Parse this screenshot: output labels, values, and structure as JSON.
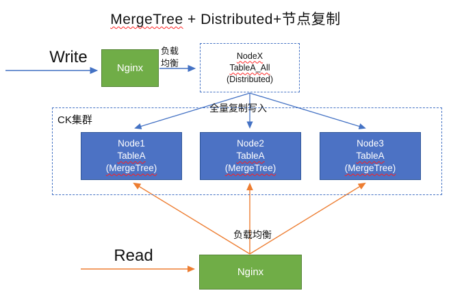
{
  "title": {
    "spellchecked_word": "MergeTree",
    "rest": " + Distributed+节点复制"
  },
  "write_flow": {
    "label": "Write",
    "nginx_label": "Nginx",
    "load_balance": {
      "line1": "负载",
      "line2": "均衡"
    },
    "distributed_node": {
      "name": "NodeX",
      "table": "TableA_All",
      "engine": "(Distributed)"
    },
    "replicate_label": "全量复制写入"
  },
  "cluster": {
    "label": "CK集群",
    "nodes": [
      {
        "name": "Node1",
        "table": "TableA",
        "engine": "(MergeTree)"
      },
      {
        "name": "Node2",
        "table": "TableA",
        "engine": "(MergeTree)"
      },
      {
        "name": "Node3",
        "table": "TableA",
        "engine": "(MergeTree)"
      }
    ]
  },
  "read_flow": {
    "label": "Read",
    "nginx_label": "Nginx",
    "load_balance": "负载均衡"
  },
  "colors": {
    "node_fill": "#4C72C4",
    "node_border": "#2F5597",
    "nginx_fill": "#70AD47",
    "nginx_border": "#548235",
    "blue_connector": "#4472C4",
    "orange_connector": "#ED7D31",
    "spellcheck_red": "#FF2020"
  }
}
